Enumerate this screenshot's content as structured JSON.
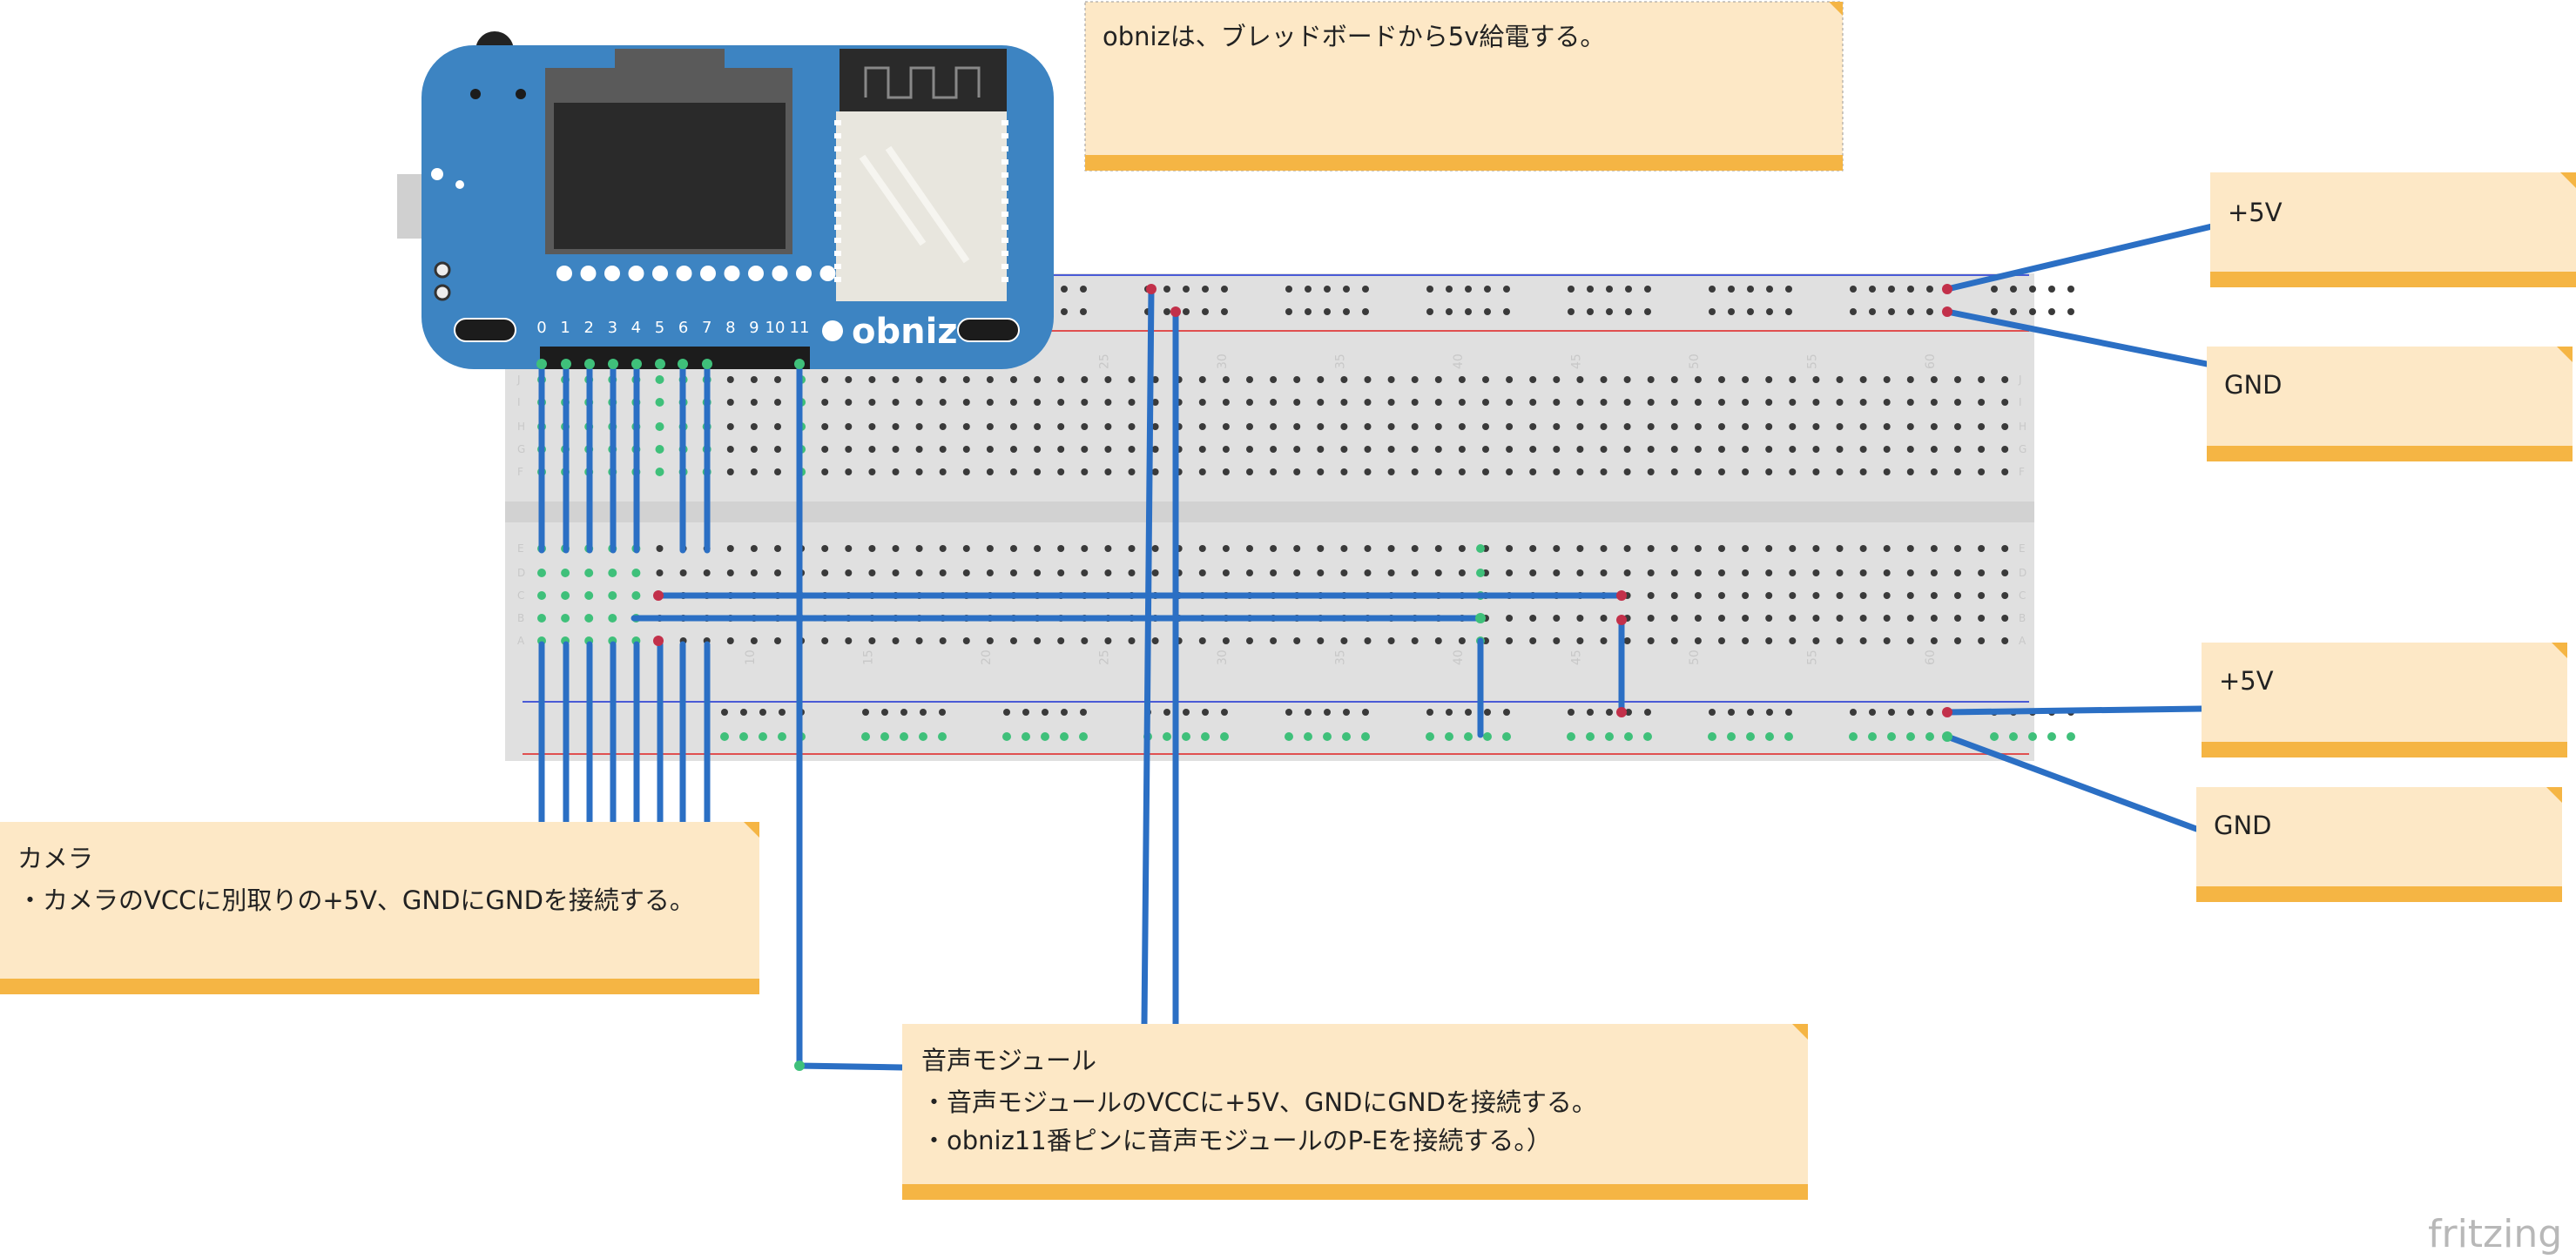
{
  "notes": {
    "top": "obnizは、ブレッドボードから5v給電する。",
    "rail1_plus": "+5V",
    "rail1_gnd": "GND",
    "rail2_plus": "+5V",
    "rail2_gnd": "GND",
    "camera_title": "カメラ",
    "camera_body": "・カメラのVCCに別取りの+5V、GNDにGNDを接続する。",
    "audio_title": "音声モジュール",
    "audio_line1": "・音声モジュールのVCCに+5V、GNDにGNDを接続する。",
    "audio_line2": "・obniz11番ピンに音声モジュールのP-Eを接続する。）"
  },
  "board": {
    "brand": "obniz",
    "pins": [
      "0",
      "1",
      "2",
      "3",
      "4",
      "5",
      "6",
      "7",
      "8",
      "9",
      "10",
      "11"
    ]
  },
  "breadboard": {
    "column_numbers": [
      "10",
      "15",
      "20",
      "25",
      "30",
      "35",
      "40",
      "45",
      "50",
      "55",
      "60"
    ],
    "rows_top": [
      "J",
      "I",
      "H",
      "G",
      "F"
    ],
    "rows_bottom": [
      "E",
      "D",
      "C",
      "B",
      "A"
    ]
  },
  "watermark": "fritzing",
  "colors": {
    "wire": "#2b6fc4",
    "note_fill": "#fde8c6",
    "note_bar": "#f5b544",
    "board_blue": "#3d84c2",
    "breadboard": "#e0e0e0"
  }
}
